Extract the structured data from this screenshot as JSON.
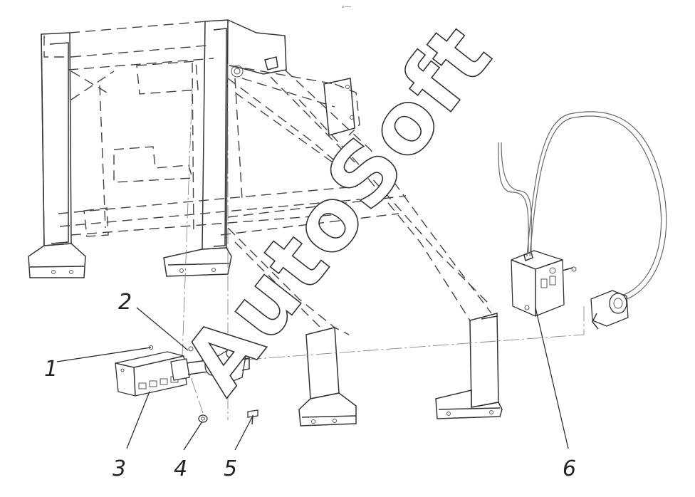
{
  "header_mark": "⸗—",
  "callouts": [
    {
      "id": "1",
      "label": "1"
    },
    {
      "id": "2",
      "label": "2"
    },
    {
      "id": "3",
      "label": "3"
    },
    {
      "id": "4",
      "label": "4"
    },
    {
      "id": "5",
      "label": "5"
    },
    {
      "id": "6",
      "label": "6"
    }
  ],
  "watermark": {
    "text": "AutoSoft"
  }
}
